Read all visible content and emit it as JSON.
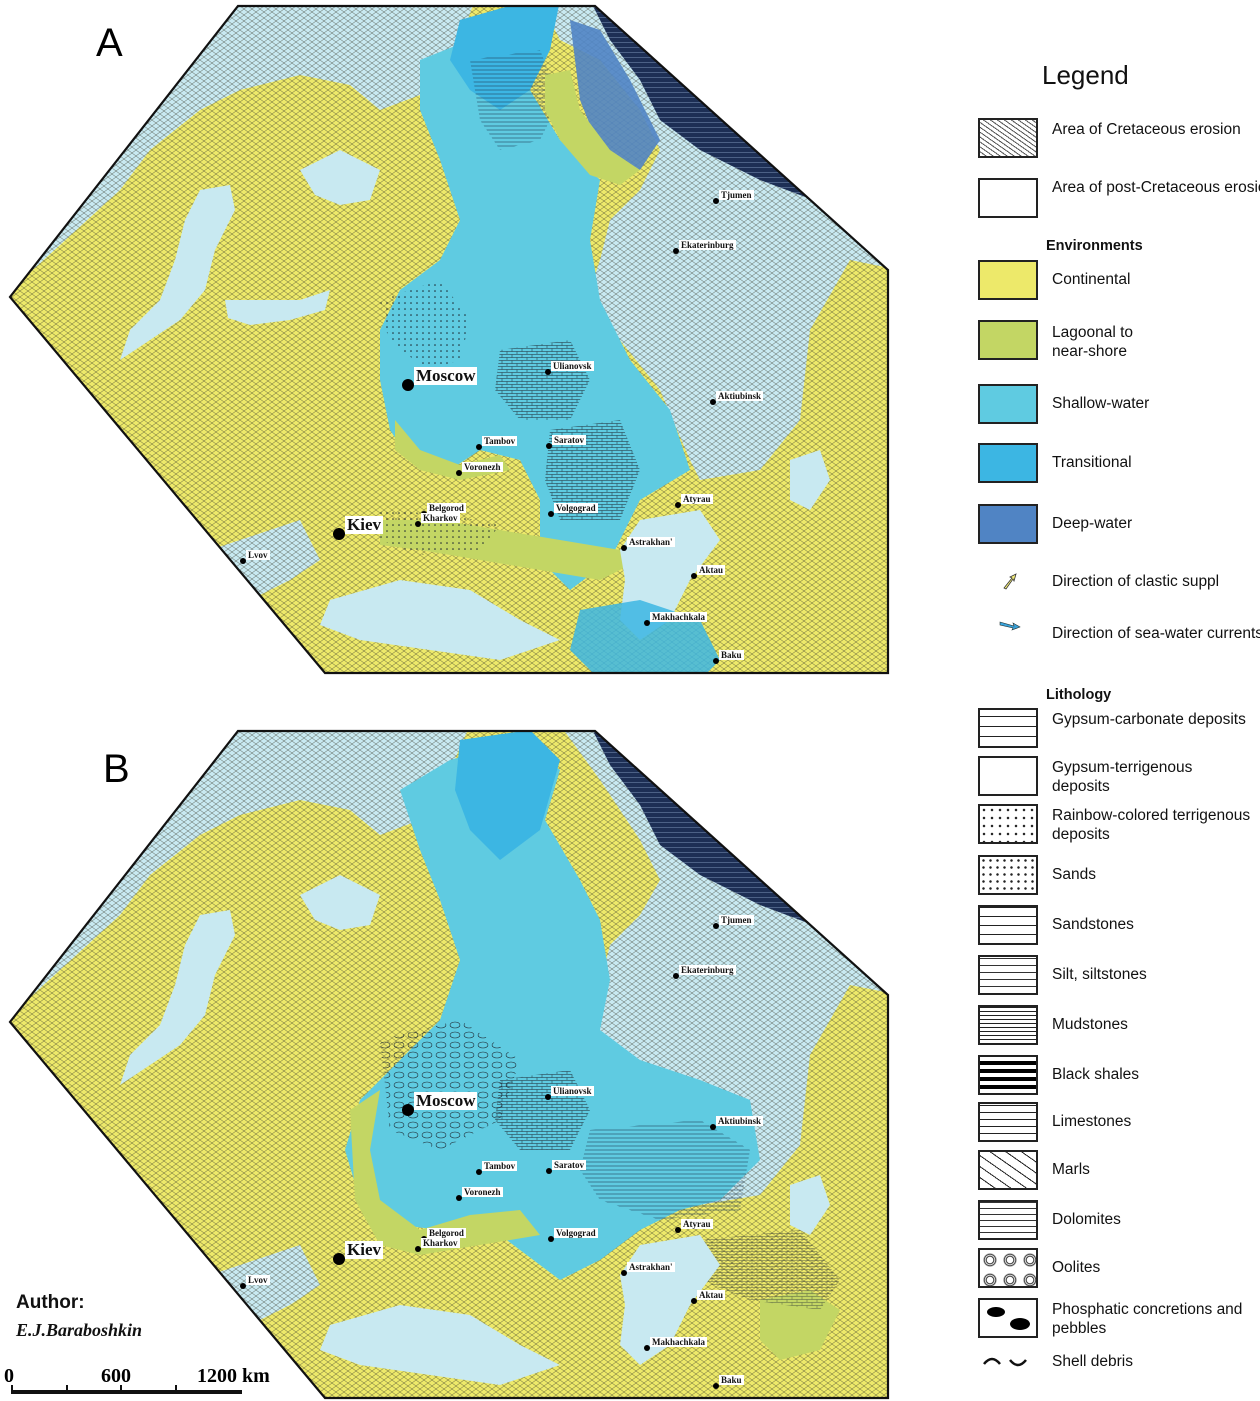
{
  "panels": [
    {
      "label": "A"
    },
    {
      "label": "B"
    }
  ],
  "cities": {
    "moscow": "Moscow",
    "kiev": "Kiev",
    "ulianovsk": "Ulianovsk",
    "tambov": "Tambov",
    "saratov": "Saratov",
    "voronezh": "Voronezh",
    "belgorod": "Belgorod",
    "kharkov": "Kharkov",
    "volgograd": "Volgograd",
    "astrakhan": "Astrakhan'",
    "atyrau": "Atyrau",
    "aktau": "Aktau",
    "makhachkala": "Makhachkala",
    "baku": "Baku",
    "lvov": "Lvov",
    "tjumen": "Tjumen",
    "ekaterinburg": "Ekaterinburg",
    "aktiubinsk": "Aktiubinsk"
  },
  "legend": {
    "title": "Legend",
    "erosion": [
      {
        "label": "Area of Cretaceous erosion"
      },
      {
        "label": "Area of post-Cretaceous erosion"
      }
    ],
    "environments_heading": "Environments",
    "environments": [
      {
        "label": "Continental",
        "color": "#ede96a"
      },
      {
        "label": "Lagoonal to near-shore",
        "color": "#c3d664"
      },
      {
        "label": "Shallow-water",
        "color": "#5fcbe1"
      },
      {
        "label": "Transitional",
        "color": "#3cb6e3"
      },
      {
        "label": "Deep-water",
        "color": "#5084c4"
      }
    ],
    "directions": [
      {
        "label": "Direction of clastic suppl",
        "icon": "yellow-arrow-icon"
      },
      {
        "label": "Direction of sea-water currents",
        "icon": "blue-arrow-icon"
      }
    ],
    "lithology_heading": "Lithology",
    "lithology": [
      {
        "label": "Gypsum-carbonate deposits"
      },
      {
        "label": "Gypsum-terrigenous deposits"
      },
      {
        "label": "Rainbow-colored terrigenous deposits"
      },
      {
        "label": "Sands"
      },
      {
        "label": "Sandstones"
      },
      {
        "label": "Silt, siltstones"
      },
      {
        "label": "Mudstones"
      },
      {
        "label": "Black shales"
      },
      {
        "label": "Limestones"
      },
      {
        "label": "Marls"
      },
      {
        "label": "Dolomites"
      },
      {
        "label": "Oolites"
      },
      {
        "label": "Phosphatic concretions and pebbles"
      },
      {
        "label": "Shell debris"
      }
    ]
  },
  "colors": {
    "continental": "#ede96a",
    "lagoonal": "#c3d664",
    "shallow": "#5fcbe1",
    "transitional": "#3cb6e3",
    "deep": "#5084c4",
    "sea_light": "#c8e9f1",
    "black_shale": "#1d2f55"
  },
  "author": {
    "label": "Author:",
    "name": "E.J.Baraboshkin"
  },
  "scale_bar": {
    "ticks": [
      "0",
      "600",
      "1200 km"
    ]
  }
}
